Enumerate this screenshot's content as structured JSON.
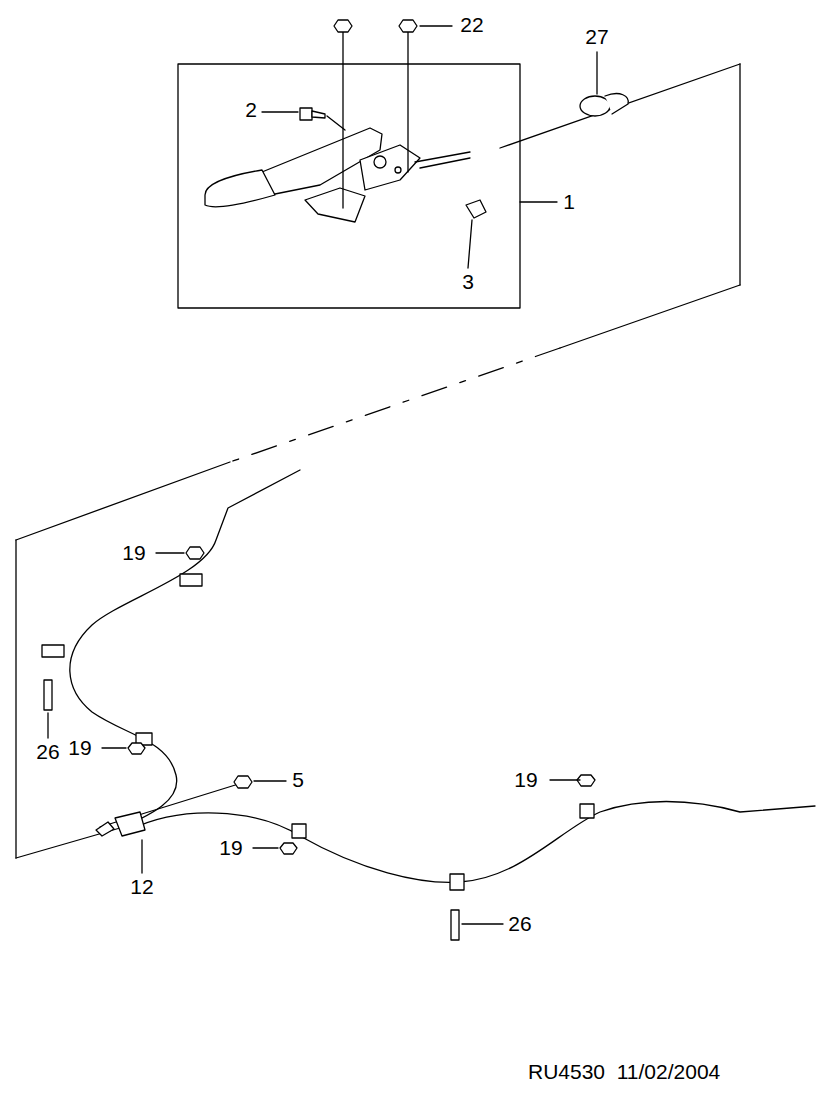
{
  "diagram": {
    "labels": [
      "22",
      "27",
      "2",
      "1",
      "3",
      "19",
      "26",
      "19",
      "5",
      "19",
      "12",
      "19",
      "26",
      "RU4530  11/02/2004"
    ]
  }
}
